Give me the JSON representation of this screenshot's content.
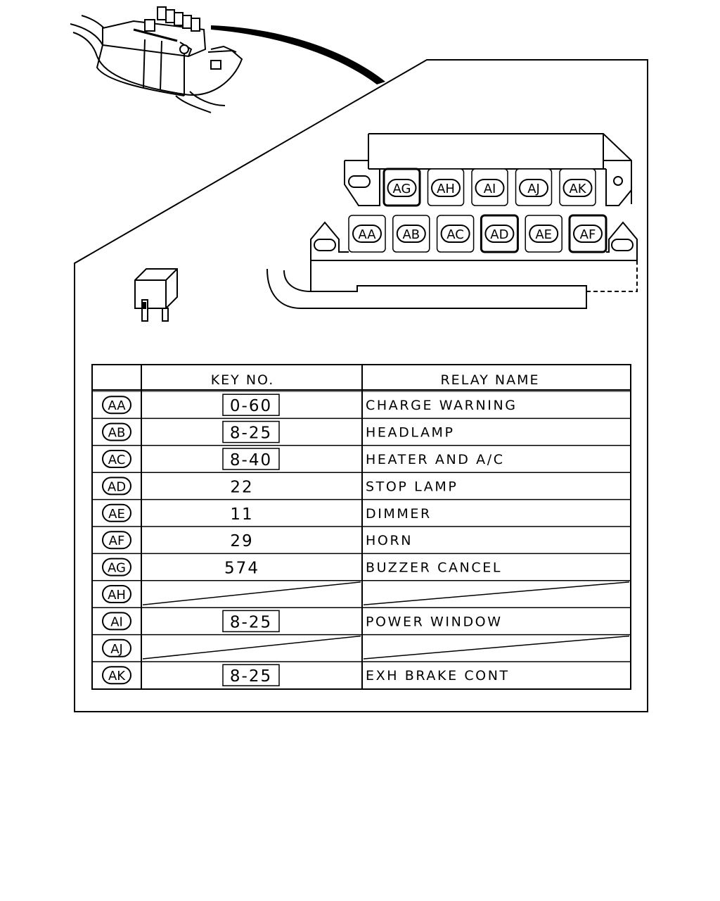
{
  "table": {
    "header_key": "KEY NO.",
    "header_name": "RELAY NAME",
    "rows": [
      {
        "code": "AA",
        "key": "0-60",
        "boxed": true,
        "name": "CHARGE WARNING"
      },
      {
        "code": "AB",
        "key": "8-25",
        "boxed": true,
        "name": "HEADLAMP"
      },
      {
        "code": "AC",
        "key": "8-40",
        "boxed": true,
        "name": "HEATER AND A/C"
      },
      {
        "code": "AD",
        "key": "22",
        "boxed": false,
        "name": "STOP LAMP"
      },
      {
        "code": "AE",
        "key": "11",
        "boxed": false,
        "name": "DIMMER"
      },
      {
        "code": "AF",
        "key": "29",
        "boxed": false,
        "name": "HORN"
      },
      {
        "code": "AG",
        "key": "574",
        "boxed": false,
        "name": "BUZZER CANCEL"
      },
      {
        "code": "AH",
        "key": "",
        "boxed": false,
        "name": ""
      },
      {
        "code": "AI",
        "key": "8-25",
        "boxed": true,
        "name": "POWER WINDOW"
      },
      {
        "code": "AJ",
        "key": "",
        "boxed": false,
        "name": ""
      },
      {
        "code": "AK",
        "key": "8-25",
        "boxed": true,
        "name": "EXH BRAKE CONT"
      }
    ]
  },
  "relay_box": {
    "top_slots": [
      "AG",
      "AH",
      "AI",
      "AJ",
      "AK"
    ],
    "bottom_slots": [
      "AA",
      "AB",
      "AC",
      "AD",
      "AE",
      "AF"
    ]
  }
}
